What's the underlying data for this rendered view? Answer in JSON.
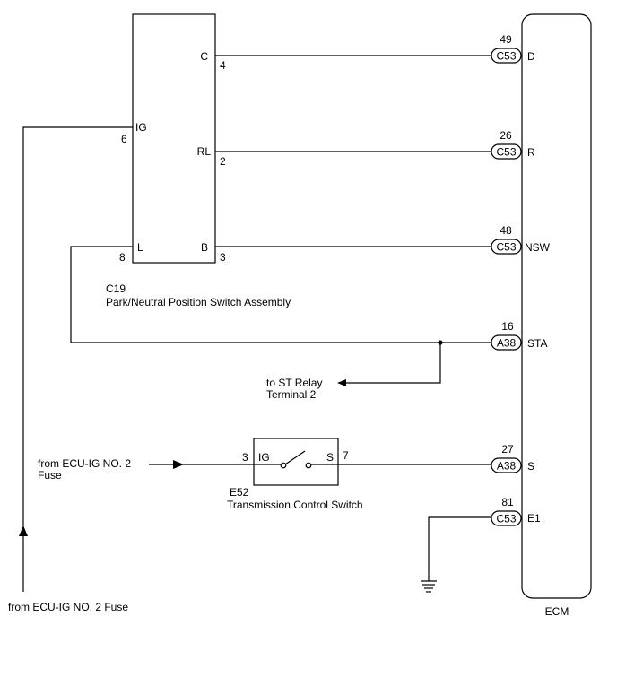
{
  "park_switch": {
    "connector": "C19",
    "name": "Park/Neutral Position Switch Assembly",
    "terminals": {
      "c_label": "C",
      "c_pin": "4",
      "rl_label": "RL",
      "rl_pin": "2",
      "b_label": "B",
      "b_pin": "3",
      "ig_label": "IG",
      "ig_pin": "6",
      "l_label": "L",
      "l_pin": "8"
    }
  },
  "ecm": {
    "name": "ECM",
    "pins": [
      {
        "number": "49",
        "connector": "C53",
        "label": "D"
      },
      {
        "number": "26",
        "connector": "C53",
        "label": "R"
      },
      {
        "number": "48",
        "connector": "C53",
        "label": "NSW"
      },
      {
        "number": "16",
        "connector": "A38",
        "label": "STA"
      },
      {
        "number": "27",
        "connector": "A38",
        "label": "S"
      },
      {
        "number": "81",
        "connector": "C53",
        "label": "E1"
      }
    ]
  },
  "trans_switch": {
    "connector": "E52",
    "name": "Transmission Control Switch",
    "ig_label": "IG",
    "ig_pin": "3",
    "s_label": "S",
    "s_pin": "7"
  },
  "notes": {
    "st_relay_line1": "to ST Relay",
    "st_relay_line2": "Terminal 2",
    "from_fuse_line1": "from ECU-IG NO. 2",
    "from_fuse_line2": "Fuse",
    "from_fuse_bottom": "from ECU-IG NO. 2 Fuse"
  }
}
